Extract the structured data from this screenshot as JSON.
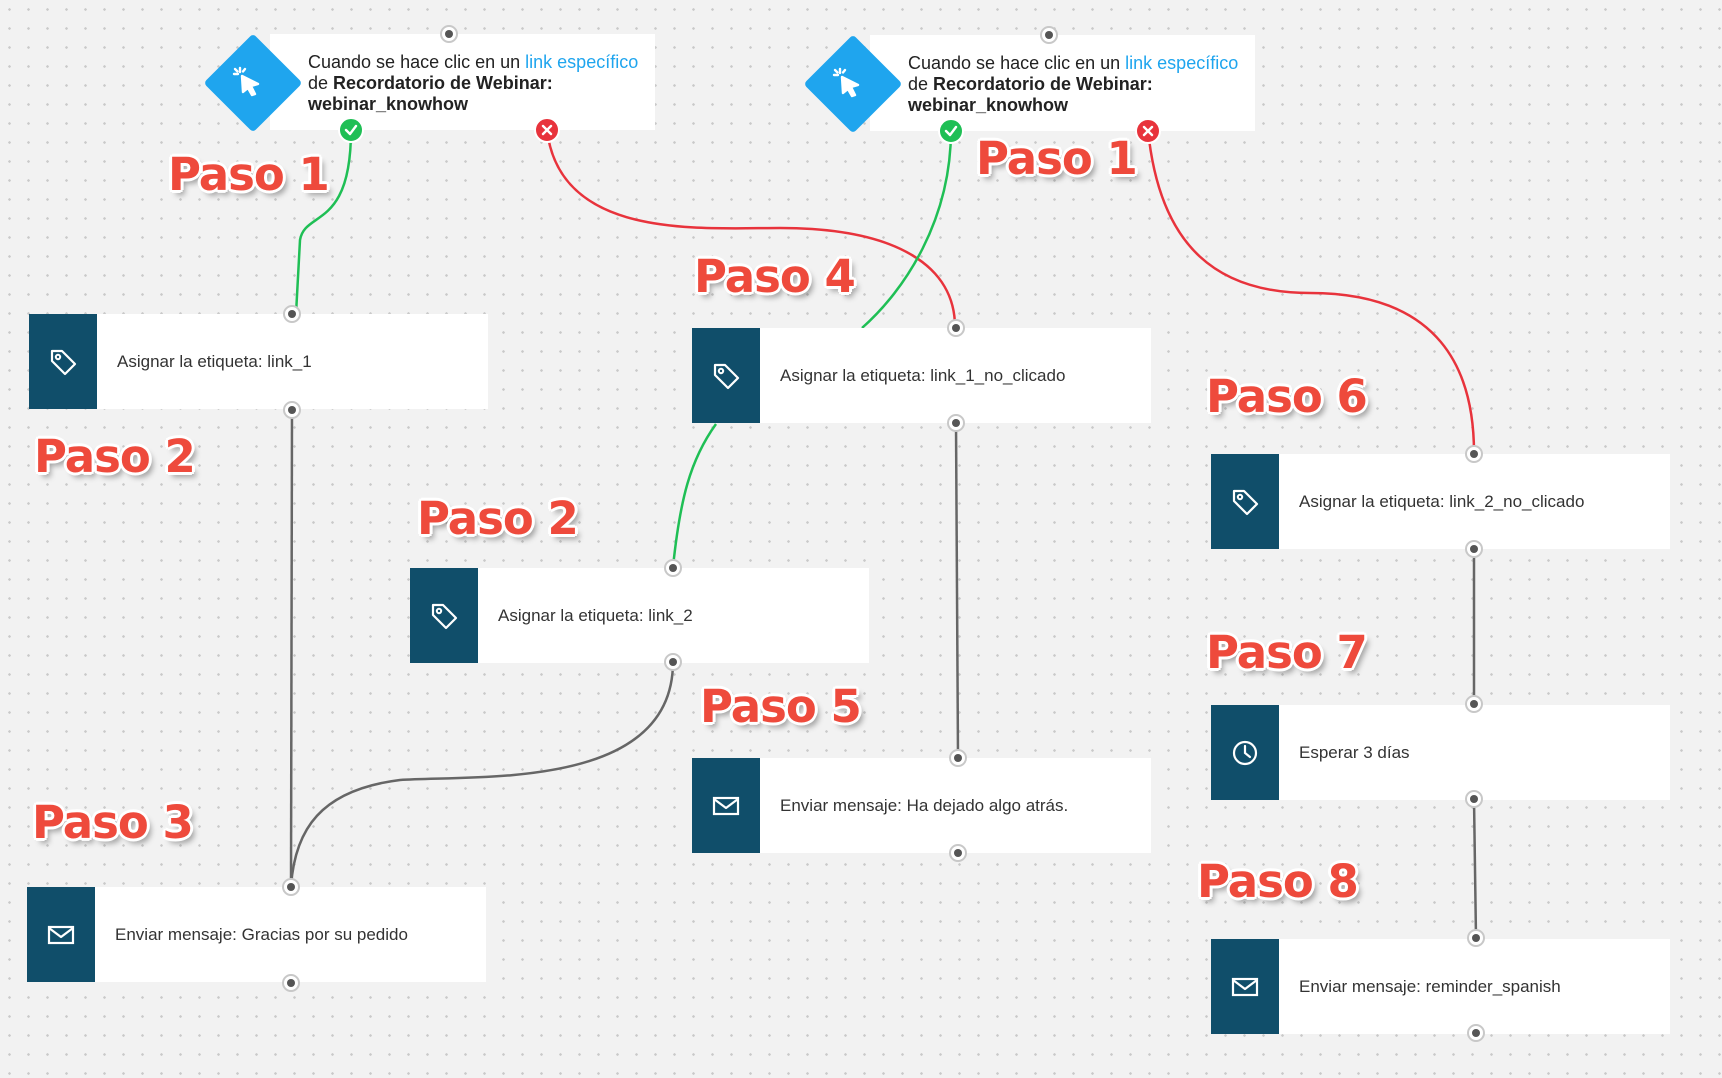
{
  "triggers": [
    {
      "text_before": "Cuando se hace clic en un ",
      "link_text": "link específico",
      "text_mid": " de ",
      "bold_text": "Recordatorio de Webinar: webinar_knowhow",
      "icon": "cursor-click-icon"
    },
    {
      "text_before": "Cuando se hace clic en un ",
      "link_text": "link específico",
      "text_mid": " de ",
      "bold_text": "Recordatorio de Webinar: webinar_knowhow",
      "icon": "cursor-click-icon"
    }
  ],
  "nodes": {
    "tag_link1": {
      "label": "Asignar la etiqueta: link_1",
      "icon": "tag-icon"
    },
    "tag_link2": {
      "label": "Asignar la etiqueta: link_2",
      "icon": "tag-icon"
    },
    "msg_gracias": {
      "label": "Enviar mensaje: Gracias por su pedido",
      "icon": "envelope-icon"
    },
    "tag_link1_no": {
      "label": "Asignar la etiqueta: link_1_no_clicado",
      "icon": "tag-icon"
    },
    "msg_atras": {
      "label": "Enviar mensaje: Ha dejado algo atrás.",
      "icon": "envelope-icon"
    },
    "tag_link2_no": {
      "label": "Asignar la etiqueta: link_2_no_clicado",
      "icon": "tag-icon"
    },
    "wait": {
      "label": "Esperar 3 días",
      "icon": "clock-icon"
    },
    "msg_reminder": {
      "label": "Enviar mensaje: reminder_spanish",
      "icon": "envelope-icon"
    }
  },
  "step_labels": {
    "paso1_left": "Paso 1",
    "paso1_right": "Paso 1",
    "paso2_left": "Paso 2",
    "paso2_mid": "Paso 2",
    "paso3": "Paso 3",
    "paso4": "Paso 4",
    "paso5": "Paso 5",
    "paso6": "Paso 6",
    "paso7": "Paso 7",
    "paso8": "Paso 8"
  },
  "colors": {
    "yes_path": "#1fbf55",
    "no_path": "#e8333c",
    "default_path": "#666666",
    "trigger_accent": "#1fa5ee",
    "action_icon_bg": "#104e6a",
    "step_label": "#ee4a3c"
  }
}
